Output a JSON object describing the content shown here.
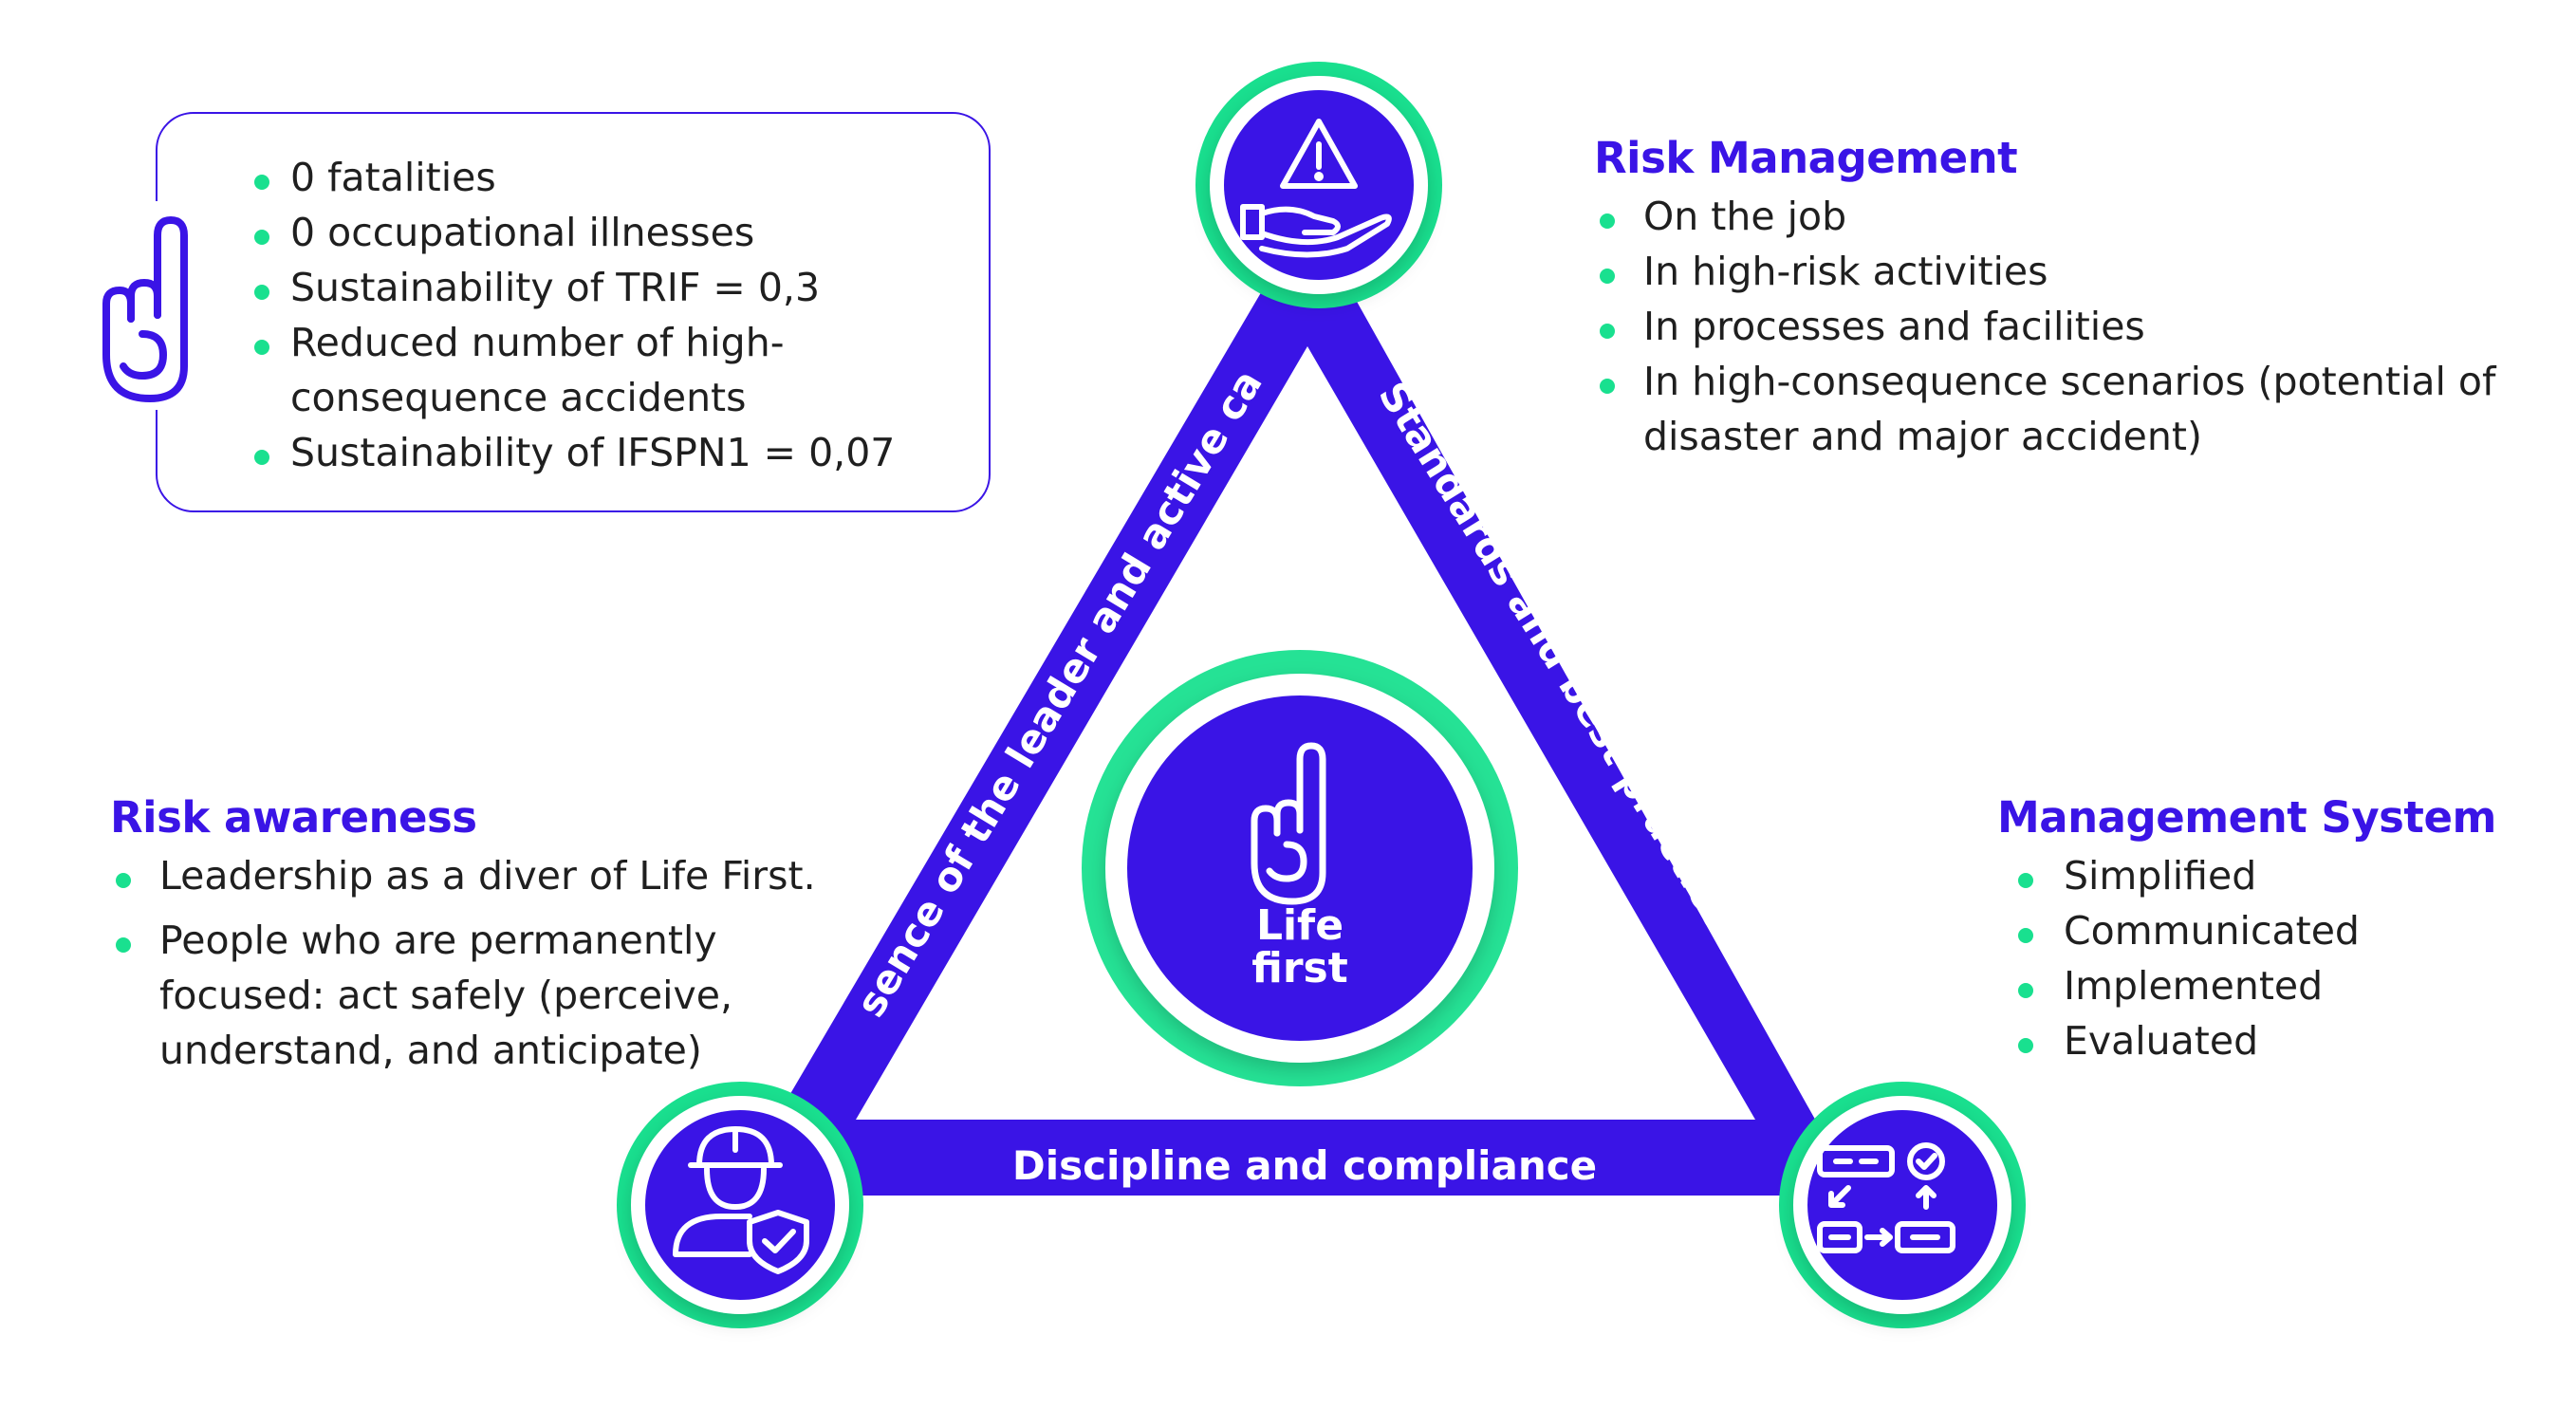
{
  "colors": {
    "primary": "#3a14e6",
    "accent": "#19e08f",
    "text": "#1f1f1f",
    "background": "#ffffff"
  },
  "goals": {
    "icon": "hand-pointing-up-icon",
    "items": [
      "0  fatalities",
      "0 occupational illnesses",
      "Sustainability of TRIF = 0,3",
      "Reduced number of high-consequence accidents",
      "Sustainability of IFSPN1 = 0,07"
    ]
  },
  "center": {
    "icon": "hand-pointing-up-icon",
    "label_line1": "Life",
    "label_line2": "first"
  },
  "triangle": {
    "left_side": "Essence of the leader and active care",
    "right_side": "Standards and best practices",
    "bottom_side": "Discipline and compliance"
  },
  "nodes": {
    "top": {
      "icon": "warning-hand-icon"
    },
    "bottom_left": {
      "icon": "worker-shield-icon"
    },
    "bottom_right": {
      "icon": "process-flow-icon"
    }
  },
  "risk_management": {
    "title": "Risk Management",
    "items": [
      "On the job",
      "In high-risk activities",
      "In processes and facilities",
      "In high-consequence scenarios (potential of disaster and major accident)"
    ]
  },
  "risk_awareness": {
    "title": "Risk awareness",
    "items": [
      "Leadership as a diver of Life First.",
      "People who are permanently focused: act safely (perceive, understand, and anticipate)"
    ]
  },
  "management_system": {
    "title": "Management System",
    "items": [
      "Simplified",
      "Communicated",
      "Implemented",
      "Evaluated"
    ]
  }
}
